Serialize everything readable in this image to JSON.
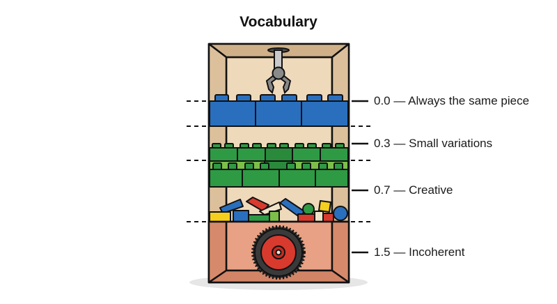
{
  "title": "Vocabulary",
  "levels": [
    {
      "value": "0.0",
      "description": "Always the same piece",
      "layer": "single-color-blue-bricks"
    },
    {
      "value": "0.3",
      "description": "Small variations",
      "layer": "green-bricks"
    },
    {
      "value": "0.7",
      "description": "Creative",
      "layer": "mixed-colorful-pieces"
    },
    {
      "value": "1.5",
      "description": "Incoherent",
      "layer": "wheel"
    }
  ],
  "separator": "—",
  "colors": {
    "box_tan": "#dcc09c",
    "box_back": "#efd9bb",
    "blue": "#2a6fbd",
    "green": "#2e9a44",
    "light_green": "#7cc04a",
    "red": "#d93a2e",
    "yellow": "#f5cf1d",
    "terracotta": "#dd9273",
    "tire": "#3a3a3a",
    "claw_gray": "#9a9a9a"
  }
}
